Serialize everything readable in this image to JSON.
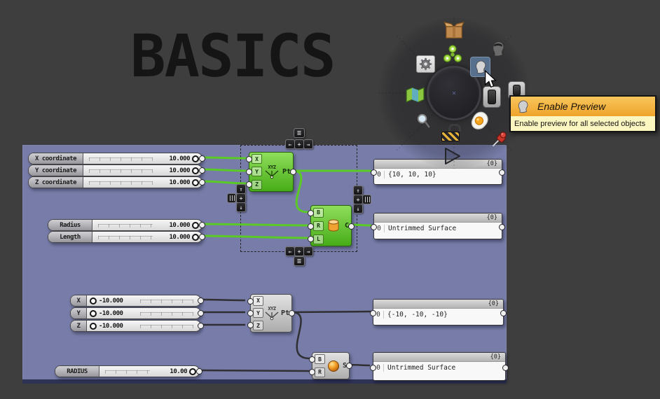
{
  "title": "BASICS",
  "tooltip": {
    "title": "Enable Preview",
    "description": "Enable preview for all selected objects"
  },
  "radial_menu": {
    "center_mark": "×",
    "icon_names": [
      "package-icon",
      "spinner-icon",
      "settings-gear-icon",
      "preview-off-head-icon",
      "enable-preview-head-icon",
      "map-icon",
      "solver-widget-icon",
      "solver-widget-icon-2",
      "zoom-icon",
      "bake-egg-icon",
      "unlock-icon",
      "pin-icon"
    ]
  },
  "glyphs": {
    "left": "←",
    "right": "→",
    "up": "↑",
    "down": "↓",
    "plus": "+",
    "menu": "≡"
  },
  "sliders": [
    {
      "label": "X coordinate",
      "value": "10.000"
    },
    {
      "label": "Y coordinate",
      "value": "10.000"
    },
    {
      "label": "Z coordinate",
      "value": "10.000"
    },
    {
      "label": "Radius",
      "value": "10.000"
    },
    {
      "label": "Length",
      "value": "10.000"
    },
    {
      "label": "X",
      "value": "-10.000"
    },
    {
      "label": "Y",
      "value": "-10.000"
    },
    {
      "label": "Z",
      "value": "-10.000"
    },
    {
      "label": "RADIUS",
      "value": "10.00"
    }
  ],
  "components": {
    "point1": {
      "label": "Pt",
      "icon_text": "XYZ",
      "inputs": [
        "X",
        "Y",
        "Z"
      ]
    },
    "cylinder": {
      "label": "C",
      "inputs": [
        "B",
        "R",
        "L"
      ]
    },
    "point2": {
      "label": "Pt",
      "icon_text": "XYZ",
      "inputs": [
        "X",
        "Y",
        "Z"
      ]
    },
    "sphere": {
      "label": "S",
      "inputs": [
        "B",
        "R"
      ]
    }
  },
  "panels": [
    {
      "header": "{0}",
      "gutter": "0",
      "text": "{10, 10, 10}"
    },
    {
      "header": "{0}",
      "gutter": "0",
      "text": "Untrimmed Surface"
    },
    {
      "header": "{0}",
      "gutter": "0",
      "text": "{-10, -10, -10}"
    },
    {
      "header": "{0}",
      "gutter": "0",
      "text": "Untrimmed Surface"
    }
  ],
  "colors": {
    "background": "#3E3E3E",
    "canvas": "#777DA8",
    "selected_green": "#5BC926",
    "wire_dark": "#2F2F34",
    "tooltip_top": "#F8C65C",
    "tooltip_bottom": "#EFA42B",
    "tooltip_desc_bg": "#FCF6C0"
  }
}
